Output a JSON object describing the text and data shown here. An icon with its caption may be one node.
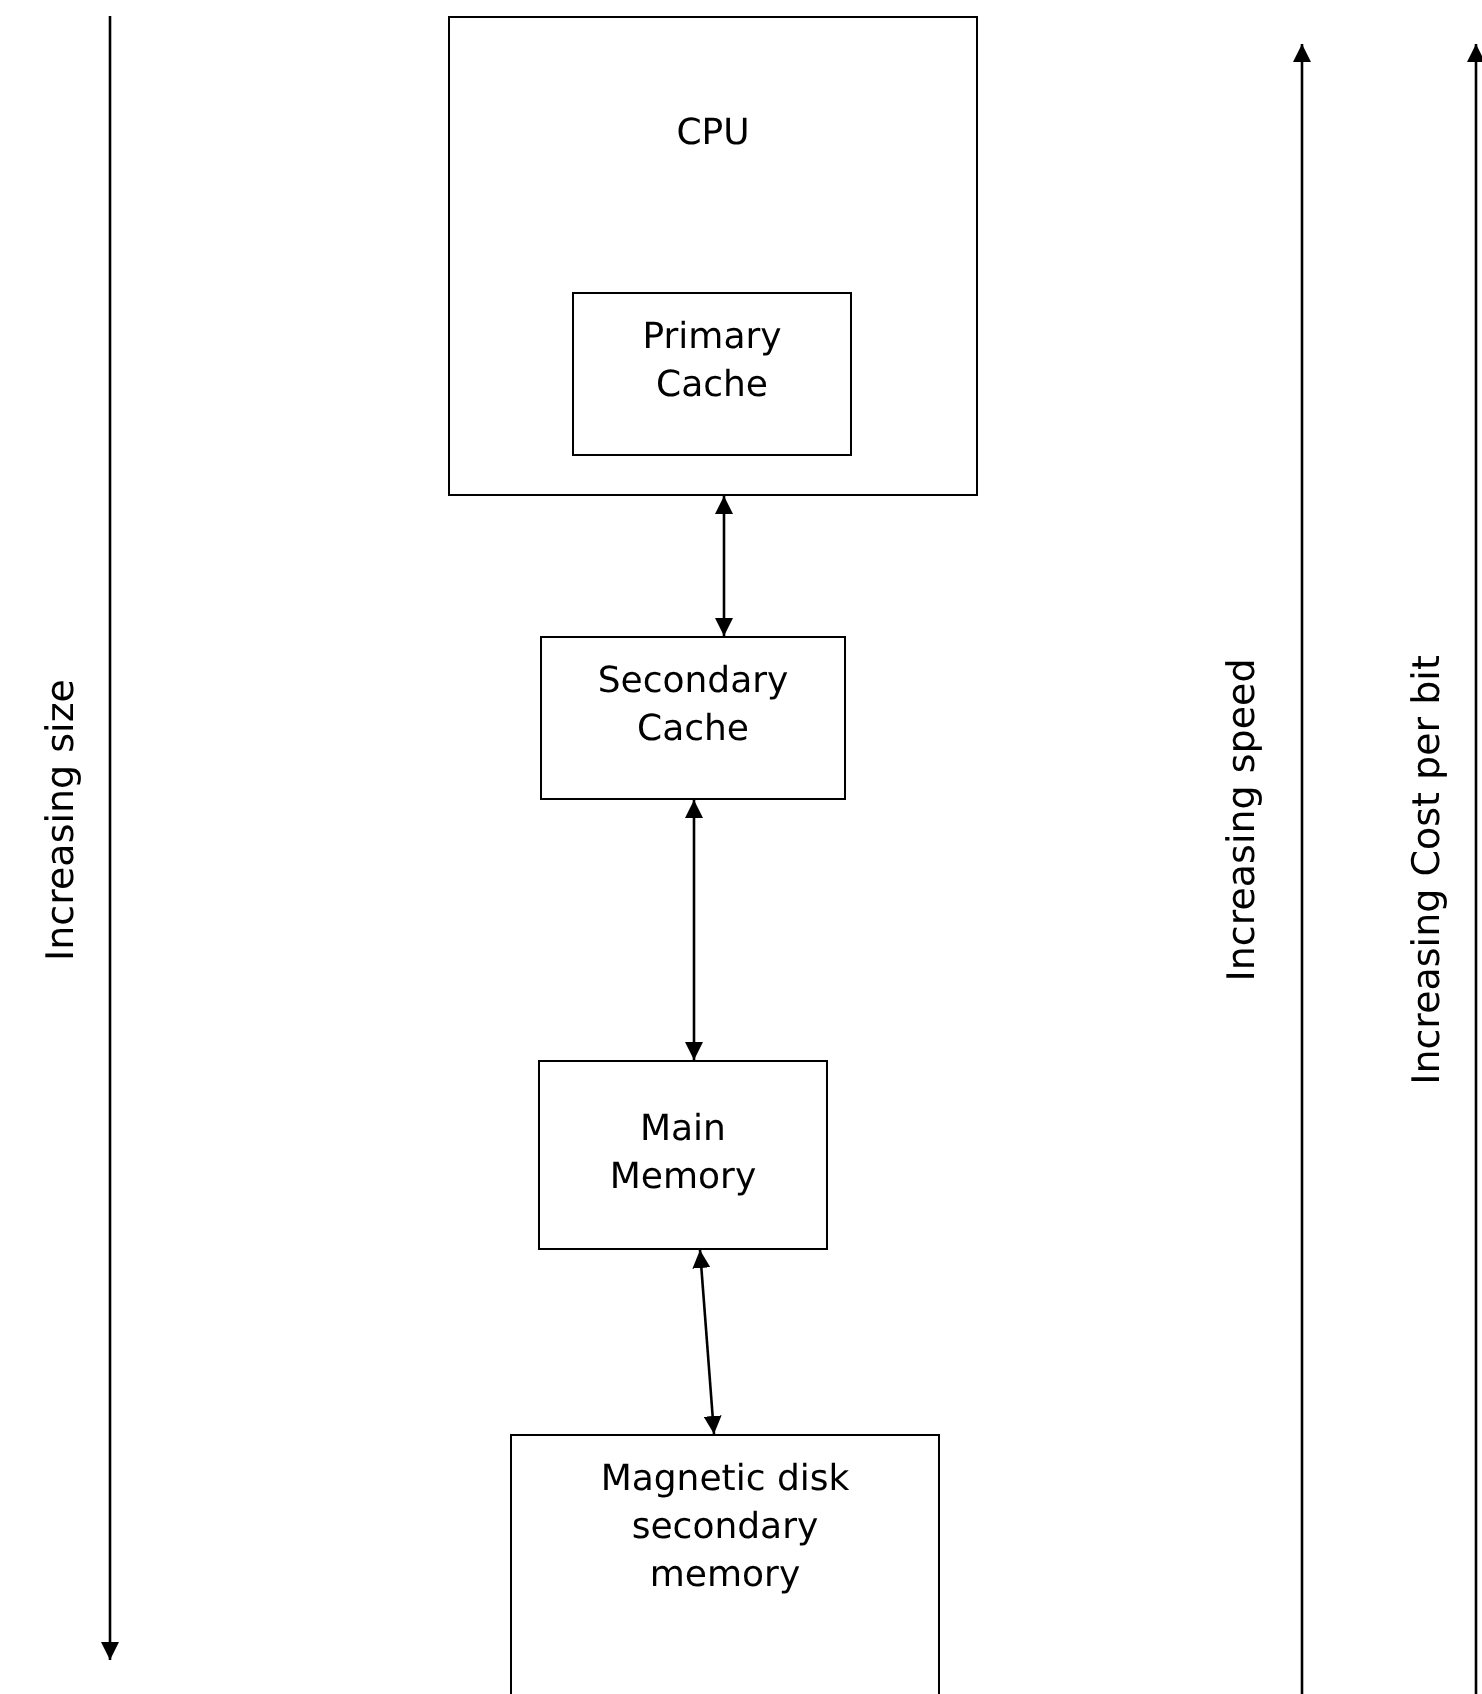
{
  "diagram": {
    "nodes": [
      {
        "text": [
          "CPU"
        ]
      },
      {
        "text": [
          "Primary Cache"
        ],
        "in": 0
      },
      {
        "text": [
          "Secondary Cache"
        ]
      },
      {
        "text": [
          "Main Memory"
        ]
      },
      {
        "text": [
          "Magnetic disk secondary memory"
        ]
      }
    ],
    "edges": [
      {
        "from": 0,
        "to": 2,
        "arrow": "both"
      },
      {
        "from": 2,
        "to": 3,
        "arrow": "both"
      },
      {
        "from": 3,
        "to": 4,
        "arrow": "both"
      }
    ],
    "labels": [
      "Increasing size",
      "Increasing speed",
      "Increasing Cost per bit"
    ]
  }
}
